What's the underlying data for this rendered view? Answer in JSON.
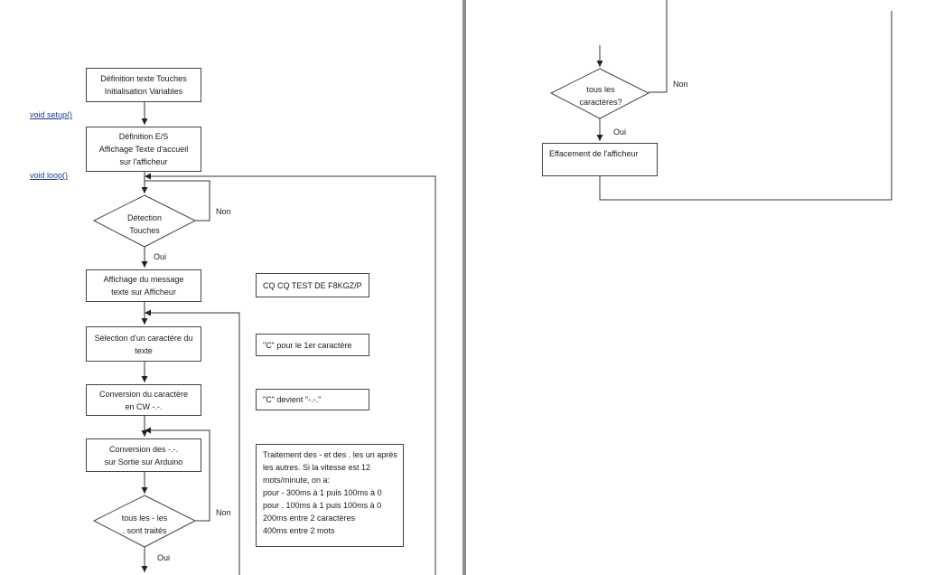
{
  "left_page": {
    "code_labels": {
      "setup": "void setup()",
      "loop": "void loop()"
    },
    "boxes": {
      "definition": [
        "Définition texte Touches",
        "Initialisation Variables"
      ],
      "io_setup": [
        "Définition E/S",
        "Affichage Texte d'accueil",
        "sur l'afficheur"
      ],
      "display_message": [
        "Affichage du message",
        "texte sur Afficheur"
      ],
      "select_char": [
        "Sélection d'un caractère du",
        "texte"
      ],
      "convert_char": [
        "Conversion du caractère",
        "en CW -.-."
      ],
      "convert_output": [
        "Conversion des -.-.",
        "sur Sortie sur Arduino"
      ]
    },
    "decisions": {
      "key_detection": [
        "Détection",
        "Touches"
      ],
      "all_signs": [
        "tous les - les",
        ". sont traités"
      ]
    },
    "edge_labels": {
      "no_1": "Non",
      "yes_1": "Oui",
      "no_2": "Non",
      "yes_2": "Oui"
    },
    "notes": {
      "message": "CQ CQ TEST DE F8KGZ/P",
      "first_char": "\"C\" pour le 1er caractère",
      "becomes": "\"C\" devient \"-.-.\"",
      "timing": [
        "Traitement des - et des . les un après",
        "les autres. Si la vitesse est 12",
        "mots/minute, on a:",
        "pour - 300ms à 1 puis 100ms à 0",
        "pour . 100ms à 1 puis 100ms à 0",
        "200ms entre 2 caractères",
        "400ms entre 2 mots"
      ]
    }
  },
  "right_page": {
    "decision": [
      "tous les",
      "caractères?"
    ],
    "edge_labels": {
      "no": "Non",
      "yes": "Oui"
    },
    "box": "Effacement de l'afficheur"
  }
}
